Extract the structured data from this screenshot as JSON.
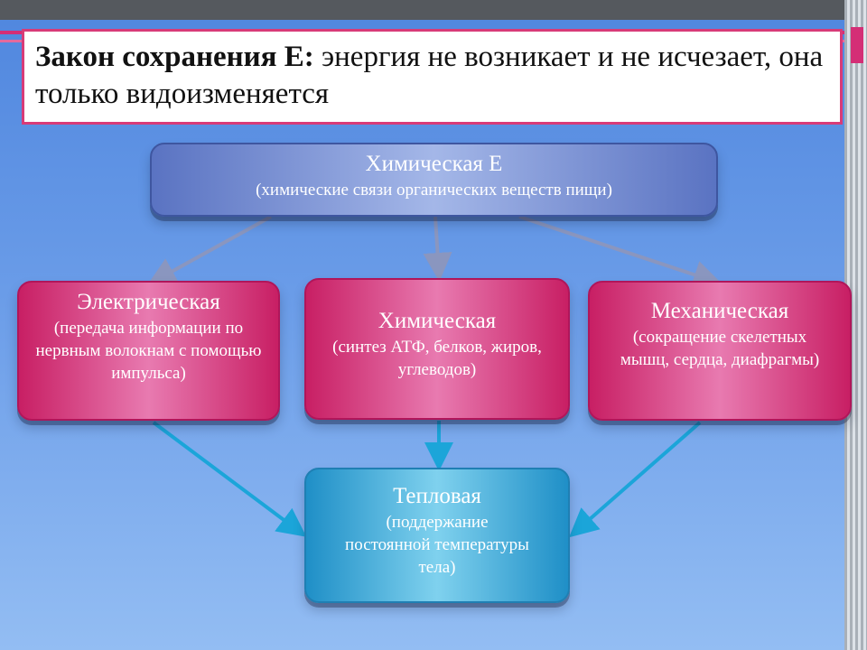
{
  "title": {
    "bold": "Закон сохранения Е:",
    "text": " энергия не возникает и не исчезает, она только видоизменяется"
  },
  "top_box": {
    "title": "Химическая Е",
    "subtitle": "(химические связи органических веществ пищи)"
  },
  "left_box": {
    "title": "Электрическая",
    "subtitle": "(передача информации по нервным волокнам с помощью импульса)"
  },
  "middle_box": {
    "title": "Химическая",
    "subtitle": "(синтез АТФ, белков, жиров, углеводов)"
  },
  "right_box": {
    "title": "Механическая",
    "subtitle": "(сокращение скелетных мышц, сердца, диафрагмы)"
  },
  "bottom_box": {
    "title": "Тепловая",
    "subtitle": "(поддержание постоянной температуры тела)"
  },
  "colors": {
    "top_arrows": "#8a96bf",
    "bottom_arrows": "#1ba5d9"
  }
}
